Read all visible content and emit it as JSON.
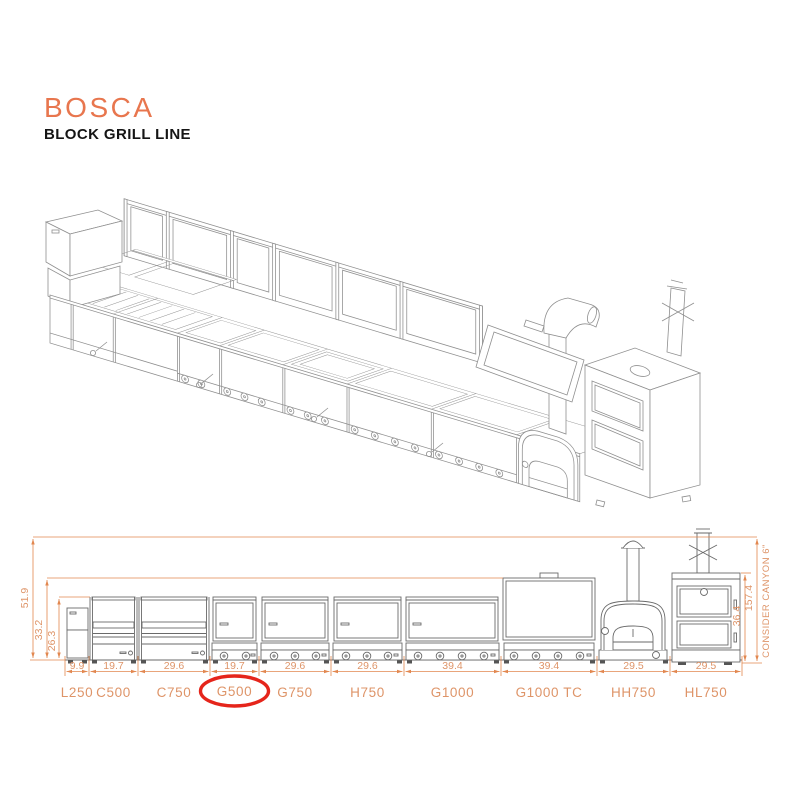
{
  "header": {
    "brand": "BOSCA",
    "subtitle": "BLOCK GRILL LINE"
  },
  "colors": {
    "accent": "#E8764E",
    "dimension_text": "#DE9468",
    "dimension_line": "#E2874F",
    "highlight_red": "#E5251B"
  },
  "elevation": {
    "modules": [
      {
        "label": "L250",
        "width": "9.9"
      },
      {
        "label": "C500",
        "width": "19.7"
      },
      {
        "label": "C750",
        "width": "29.6"
      },
      {
        "label": "G500",
        "width": "19.7",
        "circled": true
      },
      {
        "label": "G750",
        "width": "29.6"
      },
      {
        "label": "H750",
        "width": "29.6"
      },
      {
        "label": "G1000",
        "width": "39.4"
      },
      {
        "label": "G1000 TC",
        "width": "39.4"
      },
      {
        "label": "HH750",
        "width": "29.5"
      },
      {
        "label": "HL750",
        "width": "29.5"
      }
    ],
    "left_heights": {
      "total": "51.9",
      "mid": "33.2",
      "low": "26.3"
    },
    "right_heights": {
      "cabinet": "36.4",
      "overall": "157.4"
    },
    "note": "CONSIDER CANYON 6\""
  }
}
